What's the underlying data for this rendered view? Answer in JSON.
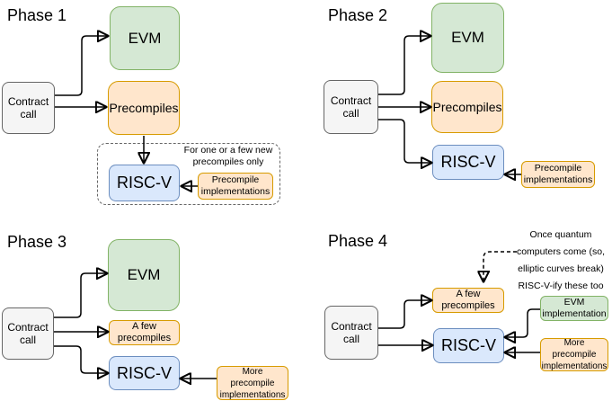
{
  "colors": {
    "evm": {
      "fill": "#d5e8d4",
      "stroke": "#82b366"
    },
    "precompile": {
      "fill": "#ffe6cc",
      "stroke": "#d79b00"
    },
    "riscv": {
      "fill": "#dae8fc",
      "stroke": "#6c8ebf"
    },
    "contract": {
      "fill": "#f5f5f5",
      "stroke": "#666666"
    },
    "group": {
      "fill": "transparent",
      "stroke": "#666666"
    },
    "arrow": "#000000"
  },
  "phases": [
    {
      "title": "Phase 1",
      "contract_call": "Contract call",
      "evm": "EVM",
      "precompiles": "Precompiles",
      "riscv": "RISC-V",
      "implementations": "Precompile implementations",
      "note": "For one or a few new\nprecompiles only"
    },
    {
      "title": "Phase 2",
      "contract_call": "Contract call",
      "evm": "EVM",
      "precompiles": "Precompiles",
      "riscv": "RISC-V",
      "implementations": "Precompile implementations"
    },
    {
      "title": "Phase 3",
      "contract_call": "Contract call",
      "evm": "EVM",
      "precompiles": "A few precompiles",
      "riscv": "RISC-V",
      "implementations": "More precompile implementations"
    },
    {
      "title": "Phase 4",
      "contract_call": "Contract call",
      "precompiles": "A few precompiles",
      "riscv": "RISC-V",
      "evm_implementation": "EVM implementation",
      "implementations": "More precompile implementations",
      "note": "Once quantum\ncomputers come (so,\nelliptic curves break)\nRISC-V-ify these too"
    }
  ]
}
